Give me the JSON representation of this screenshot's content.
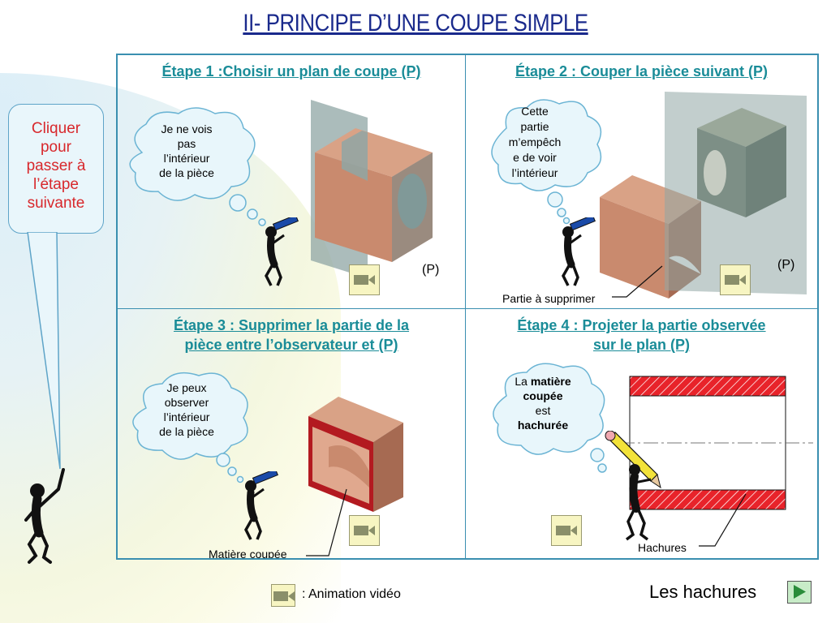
{
  "title": "II- PRINCIPE D’UNE COUPE SIMPLE",
  "sidebar": {
    "callout_lines": [
      "Cliquer",
      "pour",
      "passer à",
      "l’étape",
      "suivante"
    ]
  },
  "steps": [
    {
      "title": "Étape 1 :Choisir un plan de coupe (P)",
      "thought_lines": [
        "Je ne vois",
        "pas",
        "l’intérieur",
        "de la pièce"
      ],
      "plane_label": "(P)"
    },
    {
      "title": "Étape 2 : Couper la pièce suivant (P)",
      "thought_lines": [
        "Cette",
        "partie",
        "m’empêch",
        "e de voir",
        "l’intérieur"
      ],
      "plane_label": "(P)",
      "part_label": "Partie à supprimer"
    },
    {
      "title_lines": [
        "Étape 3 : Supprimer la partie de la",
        "pièce entre l’observateur et (P)"
      ],
      "thought_lines": [
        "Je peux",
        "observer",
        "l’intérieur",
        "de la pièce"
      ],
      "material_label": "Matière coupée"
    },
    {
      "title_lines": [
        "Étape 4 : Projeter la partie observée",
        "sur le plan (P)"
      ],
      "thought": {
        "pre": "La ",
        "bold1": "matière",
        "bold2": "coupée",
        "mid": "est",
        "bold3": "hachurée"
      },
      "hatch_label": "Hachures"
    }
  ],
  "legend": {
    "label": ": Animation vidéo"
  },
  "next": {
    "label": "Les hachures"
  },
  "colors": {
    "title": "#1a2a8c",
    "step_title": "#1a8c98",
    "callout_text": "#d8282c",
    "grid_border": "#3a8fb0",
    "hatch_red": "#e8232a",
    "block_face": "#c98a6e"
  },
  "icons": [
    "camera-icon",
    "play-arrow-icon",
    "stick-figure-icon",
    "telescope-icon",
    "pencil-icon"
  ]
}
